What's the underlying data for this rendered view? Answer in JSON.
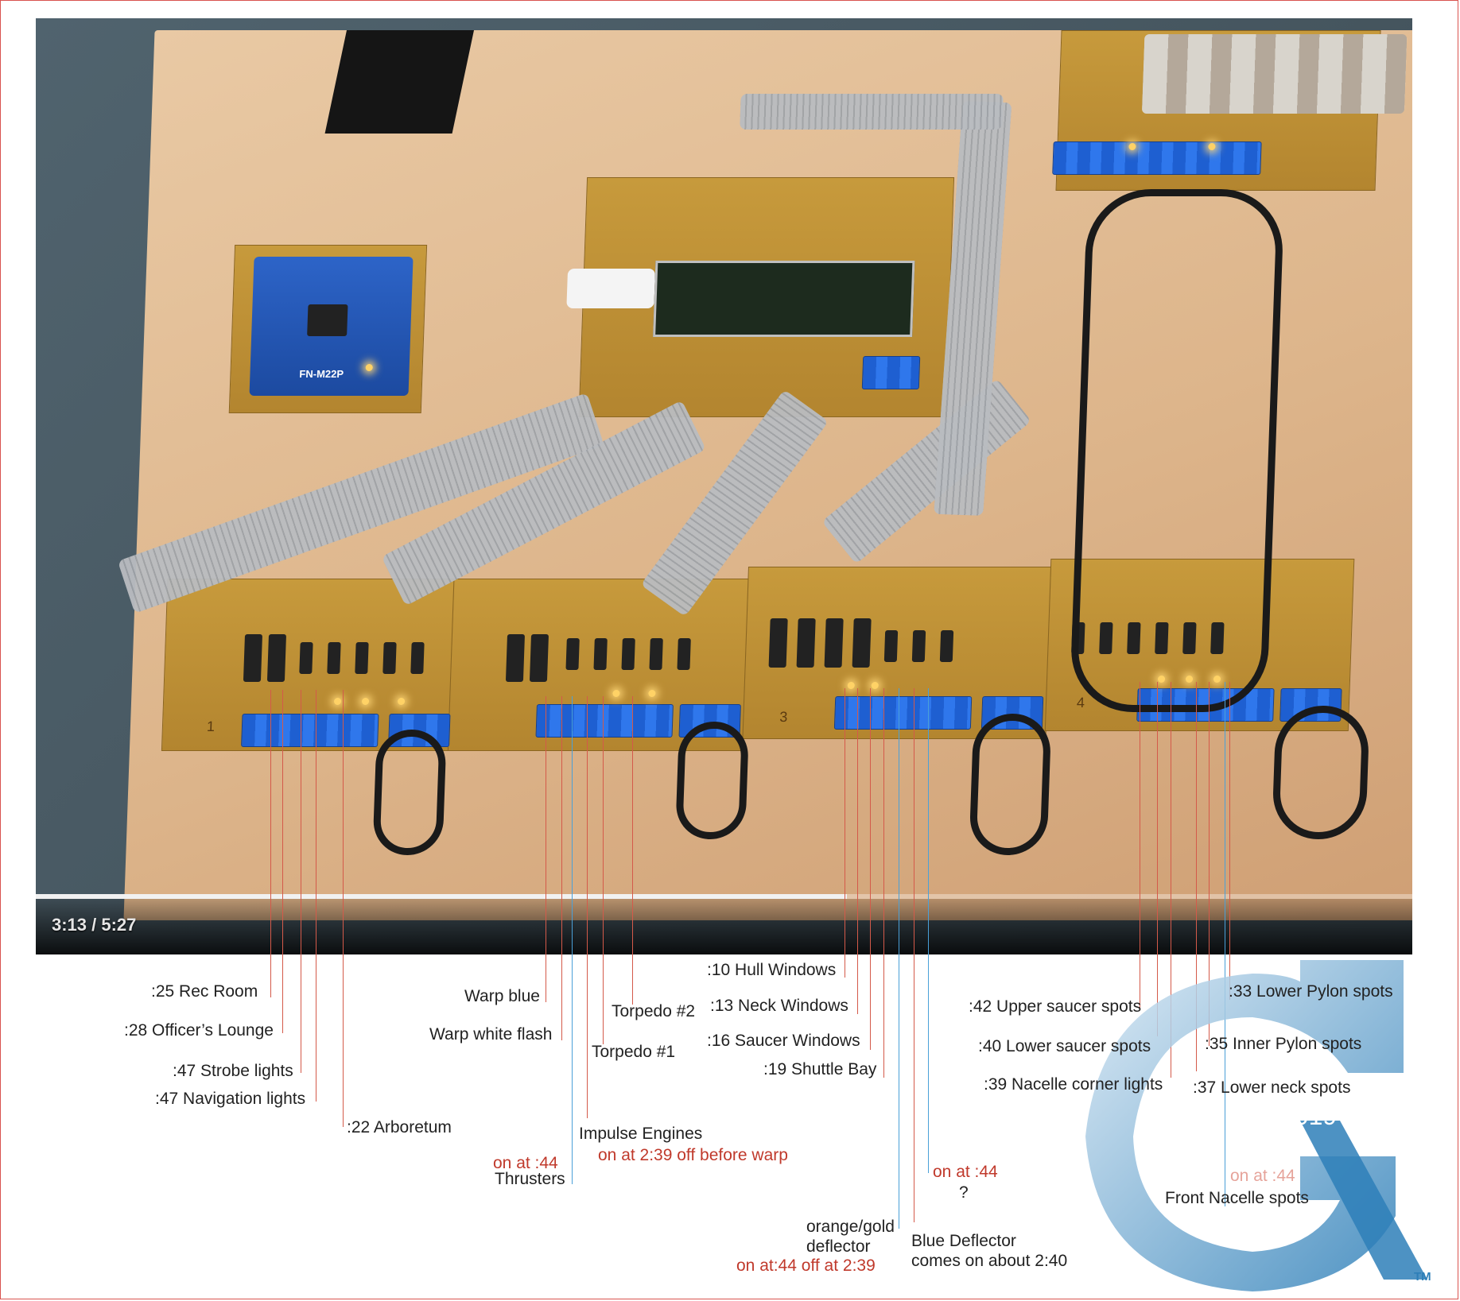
{
  "video": {
    "time_display": "3:13 / 5:27",
    "progress_fraction": 0.589,
    "pcb_label": "FN-M22P"
  },
  "board_markers": [
    "1",
    "3",
    "4"
  ],
  "callouts": {
    "rec_room": ":25 Rec Room",
    "officers_lounge": ":28 Officer’s Lounge",
    "strobe_lights": ":47 Strobe lights",
    "navigation_lights": ":47 Navigation lights",
    "arboretum": ":22 Arboretum",
    "warp_blue": "Warp blue",
    "warp_white_flash": "Warp white flash",
    "torpedo_2": "Torpedo #2",
    "torpedo_1": "Torpedo #1",
    "impulse_engines": "Impulse Engines",
    "impulse_note": "on at 2:39 off before warp",
    "thrusters_note": "on at :44",
    "thrusters": "Thrusters",
    "hull_windows": ":10 Hull Windows",
    "neck_windows": ":13 Neck Windows",
    "saucer_windows": ":16 Saucer Windows",
    "shuttle_bay": ":19 Shuttle Bay",
    "orange_deflector_1": "orange/gold",
    "orange_deflector_2": "deflector",
    "orange_deflector_note": "on at:44 off at 2:39",
    "blue_deflector_1": "Blue Deflector",
    "blue_deflector_2": "comes on about 2:40",
    "question_note": "on at :44",
    "question": "?",
    "upper_saucer_spots": ":42 Upper saucer spots",
    "lower_saucer_spots": ":40 Lower saucer spots",
    "nacelle_corner": ":39 Nacelle corner lights",
    "lower_pylon_spots": ":33 Lower Pylon spots",
    "inner_pylon_spots": ":35 Inner Pylon spots",
    "lower_neck_spots": ":37 Lower neck spots",
    "front_nacelle_note": "on at :44",
    "front_nacelle_spots": "Front Nacelle spots"
  },
  "logo": {
    "year": "2019",
    "tm": "TM",
    "colors": {
      "light": "#c9dff0",
      "dark": "#2e7fb8"
    }
  }
}
